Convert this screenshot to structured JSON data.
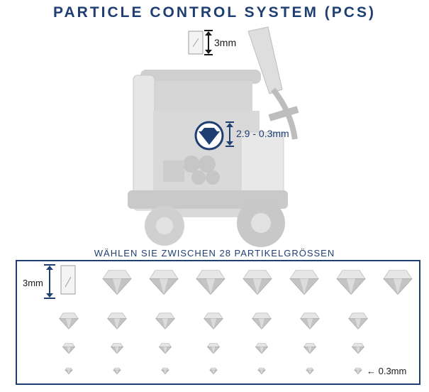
{
  "header": {
    "title": "PARTICLE CONTROL SYSTEM (PCS)"
  },
  "machine": {
    "nozzle_label": "3mm",
    "particle_range_label": "2.9 - 0.3mm"
  },
  "selector": {
    "subtitle": "WÄHLEN SIE ZWISCHEN 28 PARTIKELGRÖSSEN",
    "max_size_label": "3mm",
    "min_size_label": "← 0.3mm",
    "rows": [
      {
        "count": 7,
        "size": 1.0
      },
      {
        "count": 7,
        "size": 0.66
      },
      {
        "count": 7,
        "size": 0.42
      },
      {
        "count": 7,
        "size": 0.25
      }
    ]
  },
  "colors": {
    "brand": "#1f3f73",
    "machine": "#d9d9d9"
  }
}
